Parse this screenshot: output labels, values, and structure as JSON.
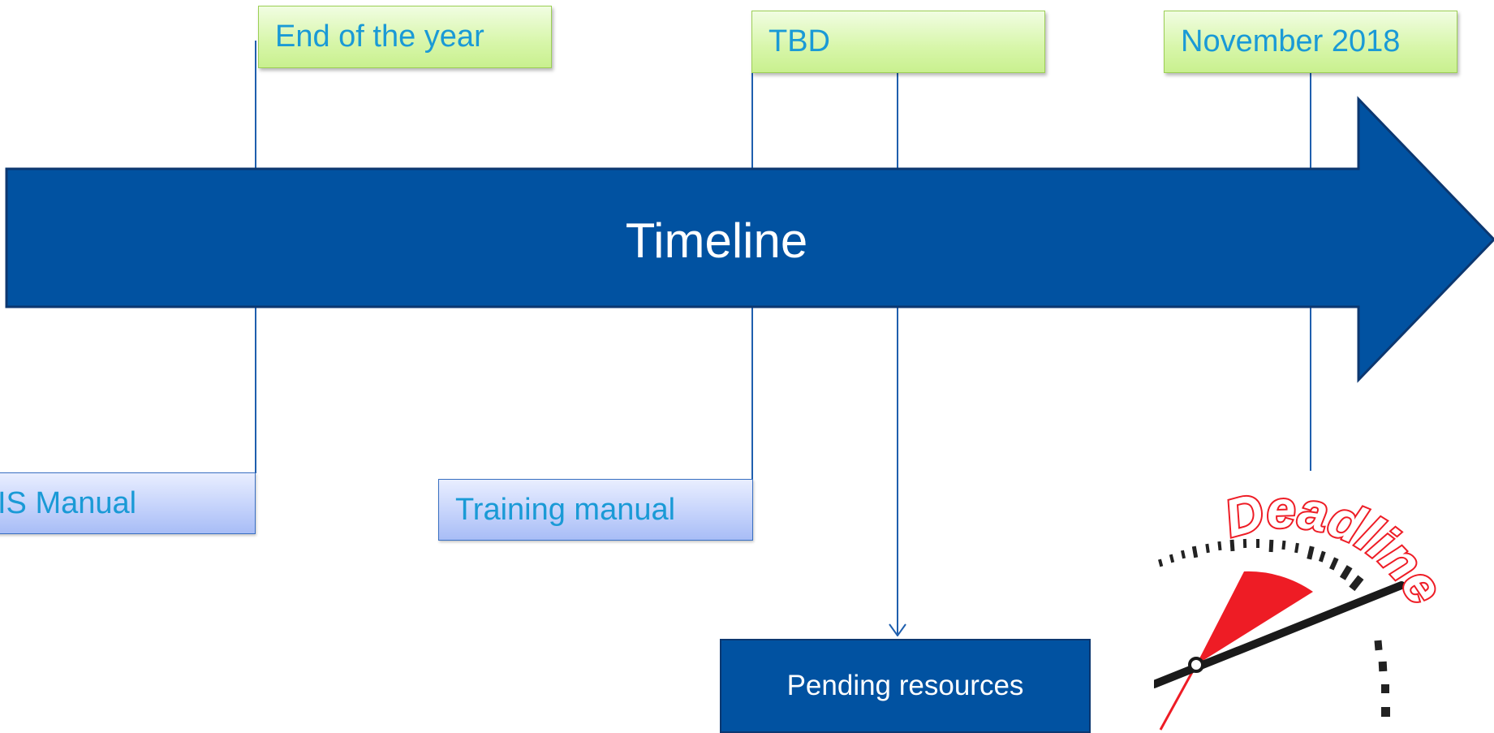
{
  "timeline": {
    "label": "Timeline",
    "arrow_color": "#0152a1"
  },
  "milestones": [
    {
      "label": "End of the year"
    },
    {
      "label": "TBD"
    },
    {
      "label": "November 2018"
    }
  ],
  "deliverables": [
    {
      "label": "IS Manual"
    },
    {
      "label": "Training manual"
    },
    {
      "label": "Pending resources"
    }
  ],
  "deadline_graphic": {
    "text": "Deadline",
    "accent_color": "#ee1c25"
  },
  "colors": {
    "milestone_fill": "#d7f6a9",
    "deliverable_fill": "#c5d3fb",
    "label_text": "#1a9ad6",
    "connector": "#1f5fae"
  }
}
